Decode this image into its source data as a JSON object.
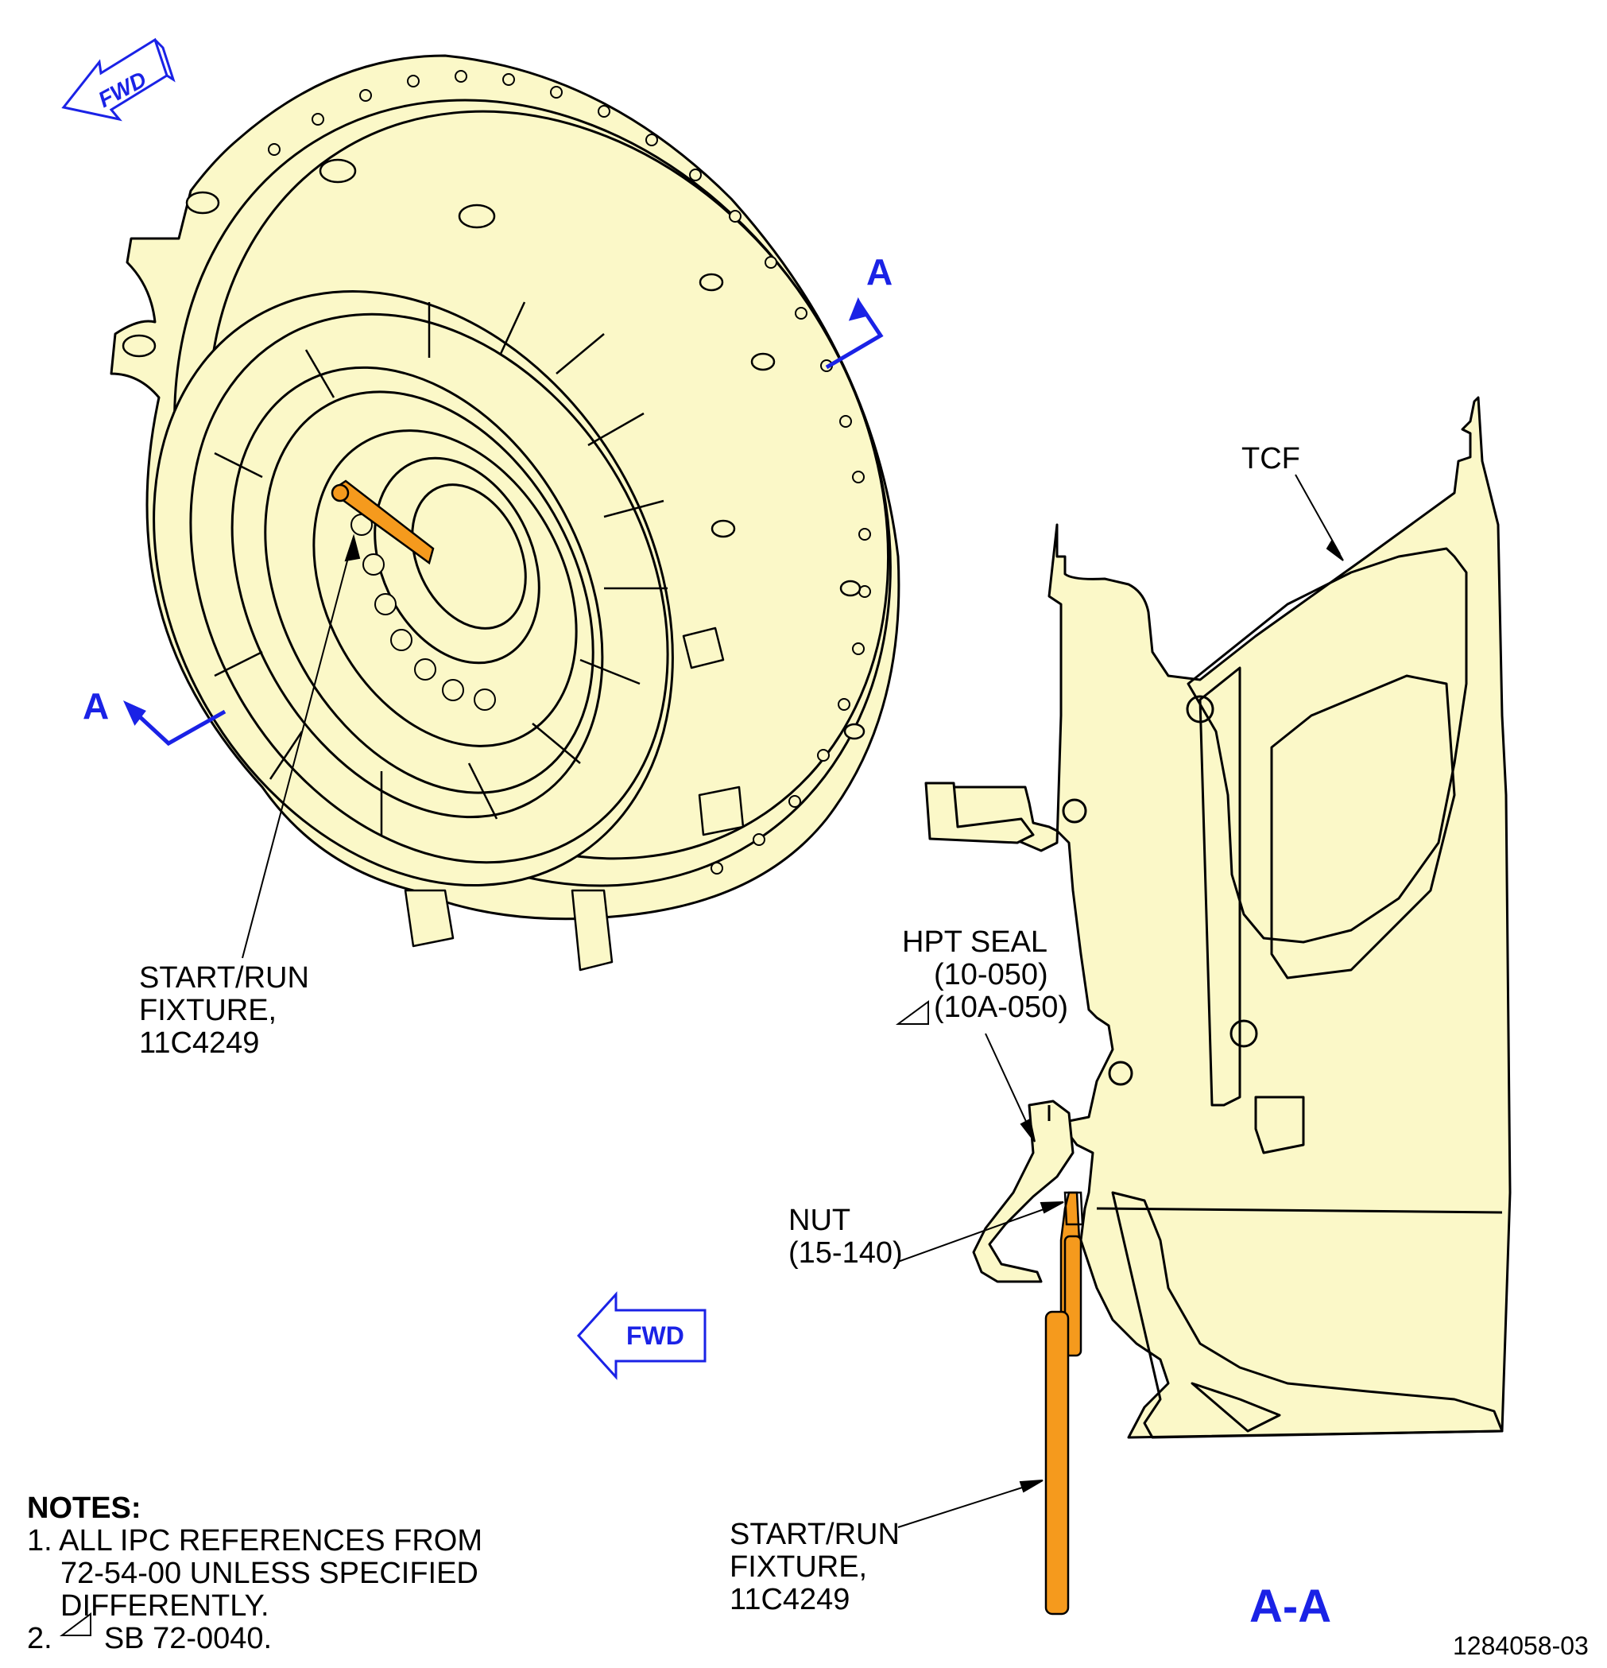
{
  "labels": {
    "fwd_top": "FWD",
    "fwd_bottom": "FWD",
    "section_marker_top": "A",
    "section_marker_left": "A",
    "section_view": "A-A",
    "tcf": "TCF",
    "hpt_seal_line1": "HPT SEAL",
    "hpt_seal_line2": "(10-050)",
    "hpt_seal_line3": "(10A-050)",
    "nut_line1": "NUT",
    "nut_line2": "(15-140)",
    "fixture_left_line1": "START/RUN",
    "fixture_left_line2": "FIXTURE,",
    "fixture_left_line3": "11C4249",
    "fixture_right_line1": "START/RUN",
    "fixture_right_line2": "FIXTURE,",
    "fixture_right_line3": "11C4249"
  },
  "notes": {
    "title": "NOTES:",
    "items": [
      {
        "number": "1.",
        "lines": [
          "ALL IPC REFERENCES FROM",
          "72-54-00 UNLESS SPECIFIED",
          "DIFFERENTLY."
        ]
      },
      {
        "number": "2.",
        "lines": [
          "SB 72-0040."
        ]
      }
    ]
  },
  "figure_id": "1284058-03",
  "colors": {
    "part_fill": "#fbf8c8",
    "fixture_fill": "#f59a1d",
    "callout_blue": "#1a22e6",
    "line": "#000000"
  }
}
